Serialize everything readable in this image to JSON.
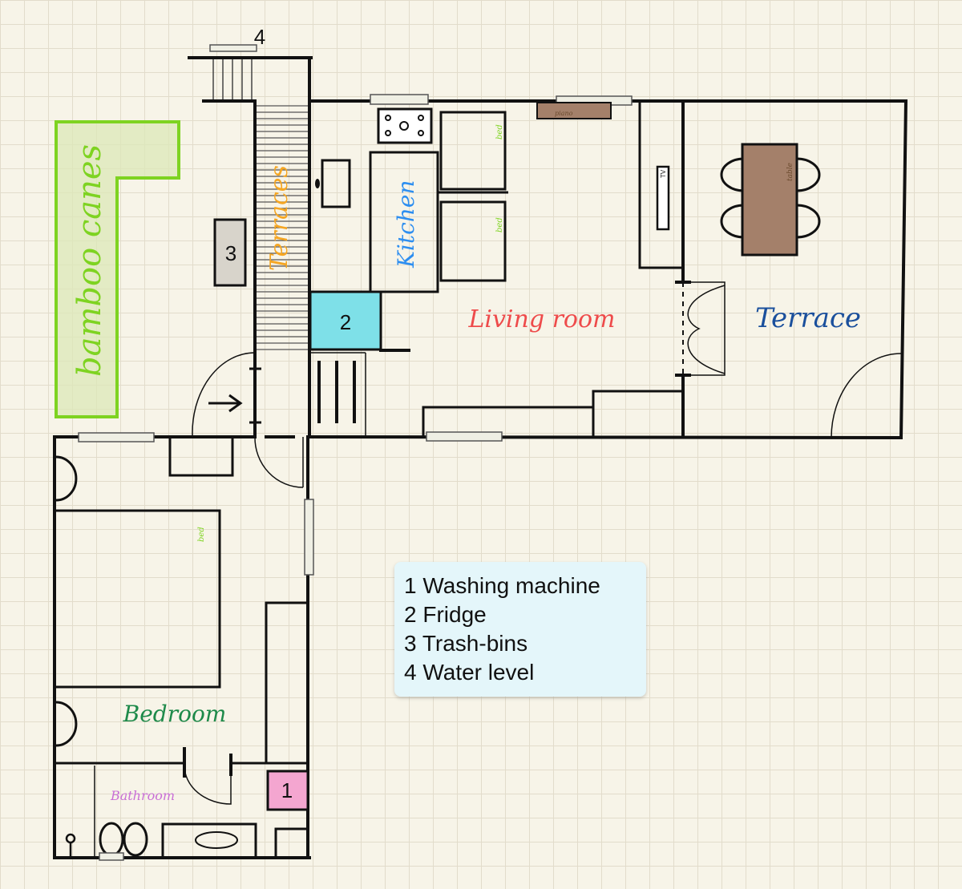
{
  "rooms": {
    "terraces": "Terraces",
    "kitchen": "Kitchen",
    "living_room": "Living room",
    "terrace": "Terrace",
    "bedroom": "Bedroom",
    "bathroom": "Bathroom",
    "bamboo": "bamboo canes"
  },
  "furniture": {
    "bed_labels": [
      "bed",
      "bed",
      "bed"
    ],
    "tv": "TV",
    "table": "table",
    "piano": "piano"
  },
  "markers": {
    "washing_machine": "1",
    "fridge": "2",
    "trash_bins": "3",
    "water_level": "4"
  },
  "legend": [
    "1 Washing machine",
    "2 Fridge",
    "3 Trash-bins",
    "4 Water level"
  ],
  "colors": {
    "wall": "#111111",
    "bamboo_green": "#7ed321",
    "terraces_orange": "#f5a623",
    "kitchen_blue": "#2d8ef0",
    "living_room_red": "#ee4b4b",
    "terrace_navy": "#1a4f9c",
    "bedroom_green": "#1e8a4a",
    "bathroom_purple": "#c96fd6",
    "fridge_cyan": "#7ee0e8",
    "washer_pink": "#f4a6d0",
    "trash_gray": "#d8d4cb",
    "wood_brown": "#a4806a",
    "legend_bg": "#e4f6fa"
  }
}
